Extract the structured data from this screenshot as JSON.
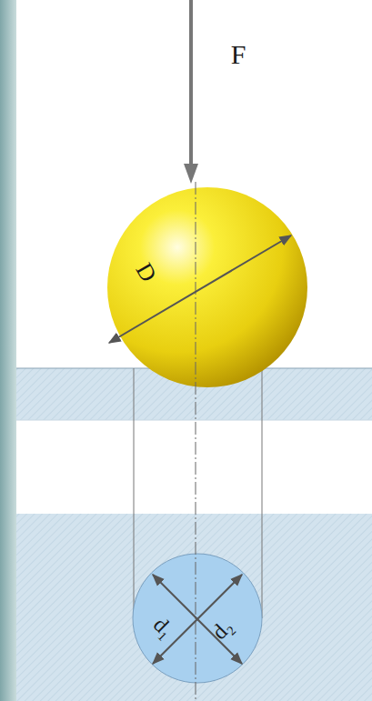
{
  "diagram": {
    "labels": [
      "F",
      "D",
      "d₁",
      "d₂"
    ]
  }
}
